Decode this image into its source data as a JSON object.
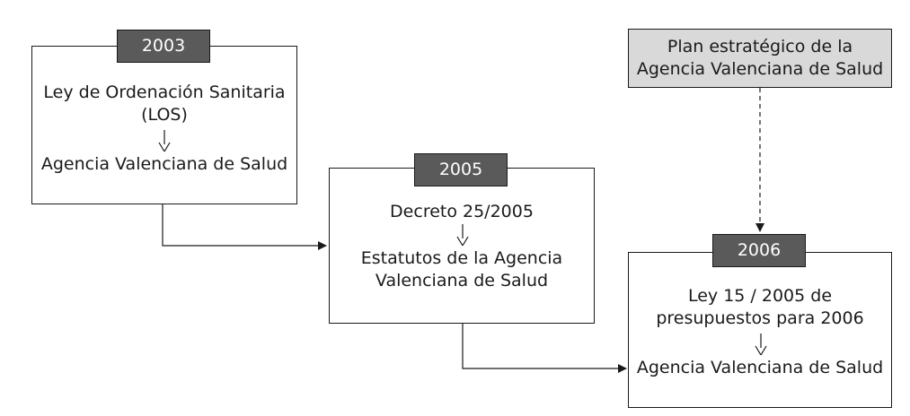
{
  "box_2003": {
    "year": "2003",
    "line1": "Ley de Ordenación Sanitaria",
    "line2": "(LOS)",
    "result": "Agencia Valenciana de Salud"
  },
  "box_2005": {
    "year": "2005",
    "line1": "Decreto 25/2005",
    "result1": "Estatutos de la Agencia",
    "result2": "Valenciana de Salud"
  },
  "box_2006": {
    "year": "2006",
    "line1": "Ley 15 / 2005 de",
    "line2": "presupuestos para 2006",
    "result": "Agencia Valenciana de Salud"
  },
  "plan": {
    "line1": "Plan estratégico de la",
    "line2": "Agencia Valenciana de Salud"
  }
}
